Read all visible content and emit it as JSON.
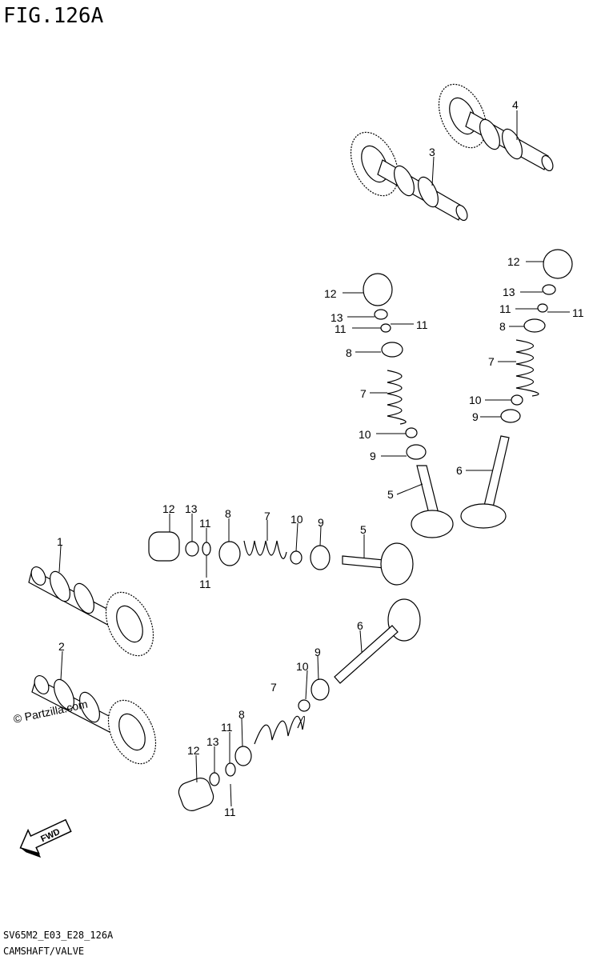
{
  "figure": {
    "title": "FIG.126A",
    "watermark": "© Partzilla.com",
    "model_code": "SV65M2_E03_E28_126A",
    "caption": "CAMSHAFT/VALVE",
    "fwd_label": "FWD"
  },
  "callouts": [
    "1",
    "2",
    "3",
    "4",
    "5",
    "5",
    "6",
    "6",
    "7",
    "7",
    "7",
    "7",
    "8",
    "8",
    "8",
    "8",
    "9",
    "9",
    "9",
    "9",
    "10",
    "10",
    "10",
    "10",
    "11",
    "11",
    "11",
    "11",
    "11",
    "11",
    "11",
    "11",
    "12",
    "12",
    "12",
    "12",
    "13",
    "13",
    "13",
    "13"
  ]
}
